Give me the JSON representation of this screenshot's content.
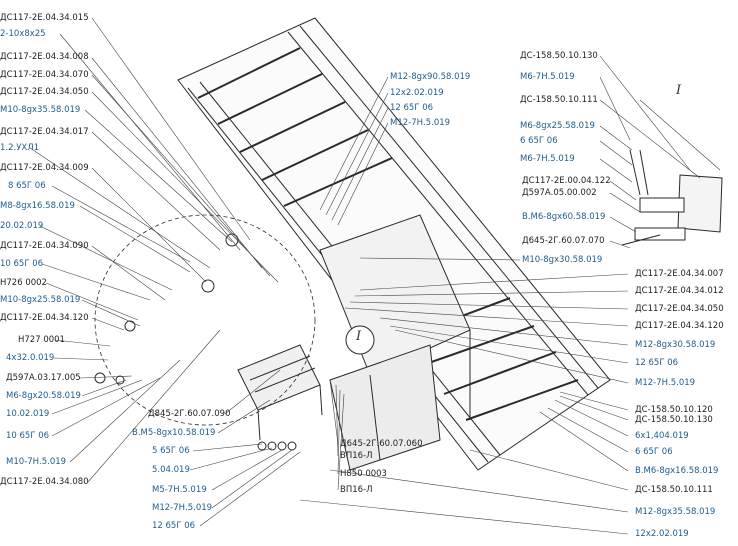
{
  "colors": {
    "ink": "#2a2a2a",
    "blue_label": "#1f5d8c",
    "black_label": "#222222"
  },
  "labels": {
    "l_ds_015": "ДС117-2Е.04.34.015",
    "l_2_10x8x25": "2-10х8х25",
    "l_ds_008": "ДС117-2Е.04.34.008",
    "l_ds_070": "ДС117-2Е.04.34.070",
    "l_ds_050a": "ДС117-2Е.04.34.050",
    "l_m10_35": "M10-8gх35.58.019",
    "l_ds_017": "ДС117-2Е.04.34.017",
    "l_12_ukhl1": "1.2.УХЛ1",
    "l_ds_009": "ДС117-2Е.04.34.009",
    "l_8_65g": "8 65Г 06",
    "l_m8_16": "M8-8gх16.58.019",
    "l_20_02": "20.02.019",
    "l_ds_090": "ДС117-2Е.04.34.090",
    "l_10_65g_a": "10 65Г 06",
    "l_n726": "Н726 0002",
    "l_m10_25": "M10-8gх25.58.019",
    "l_ds_120a": "ДС117-2Е.04.34.120",
    "l_n727": "Н727 0001",
    "l_4x32": "4х32.0.019",
    "l_d597_17": "Д597А.03.17.005",
    "l_m6_20": "M6-8gх20.58.019",
    "l_10_02": "10.02.019",
    "l_10_65g_b": "10 65Г 06",
    "l_m10_7h": "M10-7Н.5.019",
    "l_ds_080": "ДС117-2Е.04.34.080",
    "l_d845_090": "Д845-2Г.60.07.090",
    "l_vm5_10": "В.M5-8gх10.58.019",
    "l_5_65g": "5 65Г 06",
    "l_5_04": "5.04.019",
    "l_m5_7h": "M5-7Н.5.019",
    "l_m12_7h_b": "M12-7Н.5.019",
    "l_12_65g_b": "12 65Г 06",
    "l_m12_90": "M12-8gх90.58.019",
    "l_12x2_a": "12х2.02.019",
    "l_12_65g_a": "12 65Г 06",
    "l_m12_7h_a": "M12-7Н.5.019",
    "l_m10_30": "M10-8gх30.58.019",
    "l_d645_060": "Д645-2Г.60.07.060",
    "l_vp16_a": "ВП16-Л",
    "l_n850": "Н850 0003",
    "l_vp16_b": "ВП16-Л",
    "l_dc158_130a": "ДС-158.50.10.130",
    "l_m6_7h_a": "M6-7Н.5.019",
    "l_dc158_111a": "ДС-158.50.10.111",
    "l_m6_25": "M6-8gх25.58.019",
    "l_6_65g_a": "6 65Г 06",
    "l_m6_7h_b": "M6-7Н.5.019",
    "l_ds_00_122": "ДС117-2Е.00.04.122",
    "l_d597_002": "Д597А.05.00.002",
    "l_vm6_60": "В.M6-8gх60.58.019",
    "l_d645_070": "Д645-2Г.60.07.070",
    "l_ds_007": "ДС117-2Е.04.34.007",
    "l_ds_012": "ДС117-2Е.04.34.012",
    "l_ds_050b": "ДС117-2Е.04.34.050",
    "l_ds_120b": "ДС117-2Е.04.34.120",
    "l_m12_30": "M12-8gх30.58.019",
    "l_12_65g_c": "12 65Г 06",
    "l_m12_7h_c": "M12-7Н.5.019",
    "l_dc158_120": "ДС-158.50.10.120",
    "l_dc158_130b": "ДС-158.50.10.130",
    "l_6x1_4": "6х1,404.019",
    "l_6_65g_b": "6 65Г 06",
    "l_vm6_16": "В.M6-8gх16.58.019",
    "l_dc158_111b": "ДС-158.50.10.111",
    "l_m12_35": "M12-8gх35.58.019",
    "l_12x2_b": "12х2.02.019",
    "l_roman_1": "I",
    "l_callout_1": "I"
  }
}
